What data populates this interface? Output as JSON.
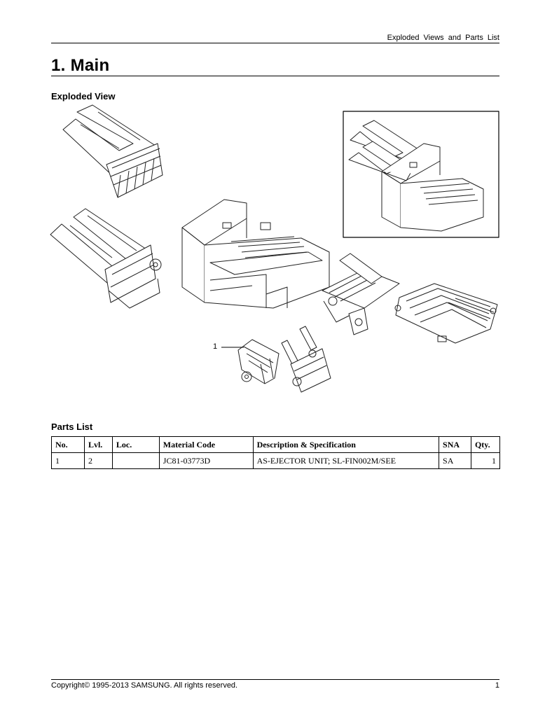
{
  "header": {
    "title": "Exploded Views and Parts List"
  },
  "page": {
    "title": "1.  Main"
  },
  "exploded_view": {
    "heading": "Exploded View",
    "callout": "1"
  },
  "parts_list": {
    "heading": "Parts List",
    "columns": [
      "No.",
      "Lvl.",
      "Loc.",
      "Material Code",
      "Description & Specification",
      "SNA",
      "Qty."
    ],
    "rows": [
      [
        "1",
        "2",
        "",
        "JC81-03773D",
        "AS-EJECTOR UNIT; SL-FIN002M/SEE",
        "SA",
        "1"
      ]
    ]
  },
  "footer": {
    "copyright": "Copyright© 1995-2013 SAMSUNG. All rights reserved.",
    "page_number": "1"
  }
}
